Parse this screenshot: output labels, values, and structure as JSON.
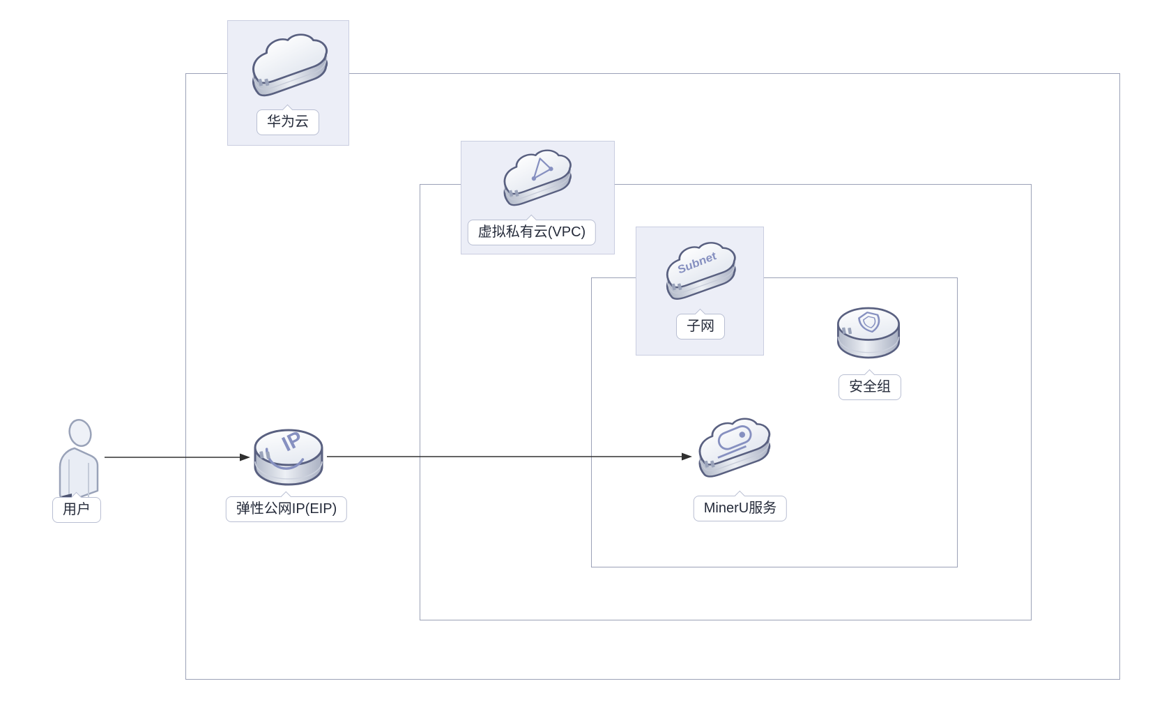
{
  "containers": {
    "huawei_cloud": {
      "label": "华为云"
    },
    "vpc": {
      "label": "虚拟私有云(VPC)"
    },
    "subnet": {
      "label": "子网"
    }
  },
  "nodes": {
    "user": {
      "label": "用户"
    },
    "eip": {
      "label": "弹性公网IP(EIP)"
    },
    "mineru": {
      "label": "MinerU服务"
    },
    "security_group": {
      "label": "安全组"
    }
  },
  "icon_text": {
    "subnet": "Subnet",
    "eip": "IP"
  },
  "edges": [
    {
      "from": "用户",
      "to": "弹性公网IP(EIP)"
    },
    {
      "from": "弹性公网IP(EIP)",
      "to": "MinerU服务"
    }
  ],
  "colors": {
    "background": "#ffffff",
    "container_border": "#9aa0b6",
    "badge_fill": "#eceef7",
    "badge_border": "#c9cde0",
    "label_border": "#b8bed2",
    "label_text": "#252b3a",
    "icon_outline": "#596080",
    "icon_glyph": "#8690c0",
    "arrow": "#303030"
  }
}
